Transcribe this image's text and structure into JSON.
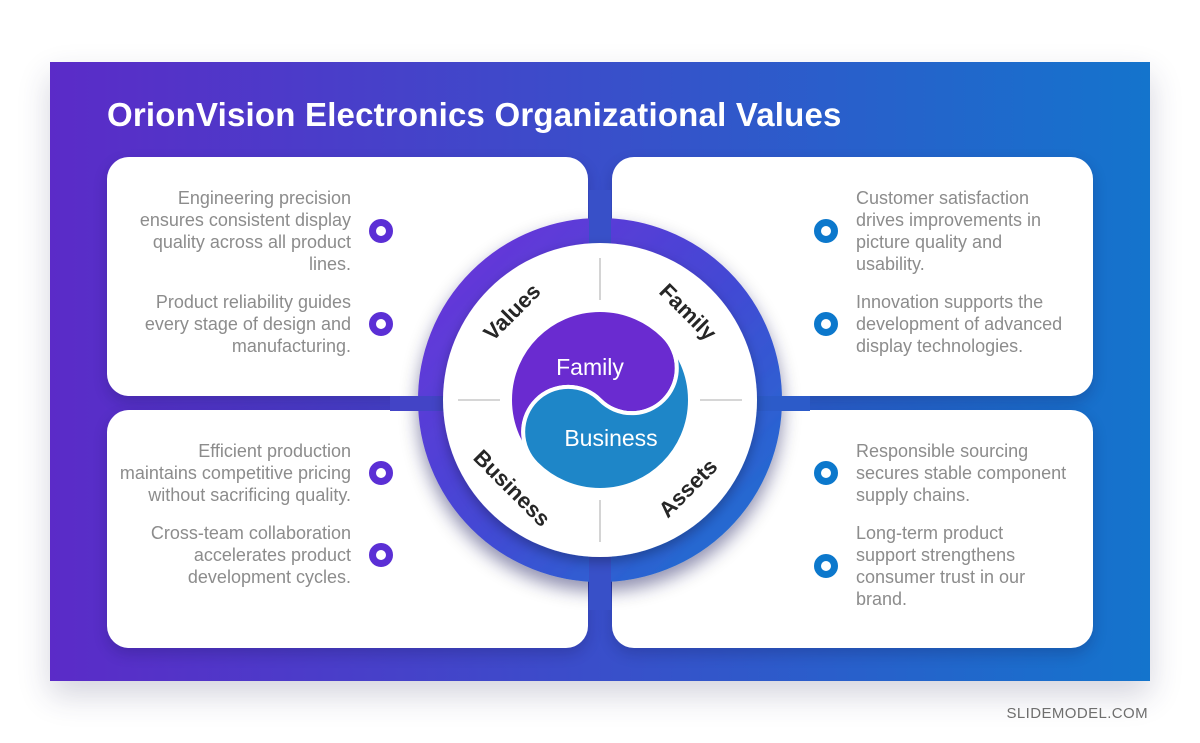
{
  "page": {
    "footer_text": "SLIDEMODEL.COM"
  },
  "slide": {
    "title": "OrionVision Electronics Organizational Values",
    "colors": {
      "bg_gradient_start": "#5b2bc8",
      "bg_gradient_end": "#1474cc",
      "bullet_purple": "#5b2fd5",
      "bullet_blue": "#0c78cc",
      "ring_gradient_start": "#6d33da",
      "ring_gradient_end": "#1b74d0",
      "yin_purple": "#6a2bd0",
      "yang_blue": "#1e86c8",
      "body_text": "#8c8c8c"
    },
    "cards": [
      {
        "position": "top-left",
        "accent": "purple",
        "items": [
          "Engineering precision ensures consistent display quality across all product lines.",
          "Product reliability guides every stage of design and manufacturing."
        ]
      },
      {
        "position": "top-right",
        "accent": "blue",
        "items": [
          "Customer satisfaction drives improvements in picture quality and usability.",
          "Innovation supports the development of advanced display technologies."
        ]
      },
      {
        "position": "bottom-left",
        "accent": "purple",
        "items": [
          "Efficient production maintains competitive pricing without sacrificing quality.",
          "Cross-team collaboration accelerates product development cycles."
        ]
      },
      {
        "position": "bottom-right",
        "accent": "blue",
        "items": [
          "Responsible sourcing secures stable component supply chains.",
          "Long-term product support strengthens consumer trust in our brand."
        ]
      }
    ],
    "diagram": {
      "ring_labels": {
        "top_left": "Values",
        "top_right": "Family",
        "bottom_left": "Business",
        "bottom_right": "Assets"
      },
      "core": {
        "yin_label": "Family",
        "yang_label": "Business"
      }
    }
  }
}
